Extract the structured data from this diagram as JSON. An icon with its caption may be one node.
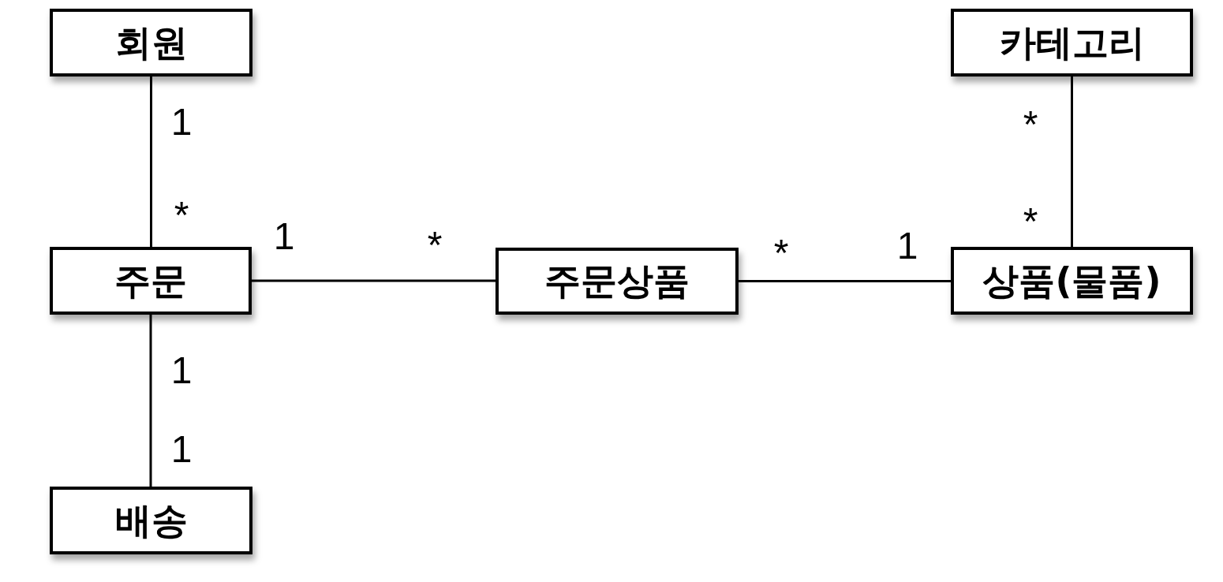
{
  "diagram": {
    "nodes": [
      {
        "text": [
          "회원"
        ]
      },
      {
        "text": [
          "카테고리"
        ]
      },
      {
        "text": [
          "주문"
        ]
      },
      {
        "text": [
          "주문상품"
        ]
      },
      {
        "text": [
          "상품(물품)"
        ]
      },
      {
        "text": [
          "배송"
        ]
      }
    ],
    "edges": [
      {
        "from": 0,
        "to": 2,
        "arrow": "none"
      },
      {
        "from": 1,
        "to": 4,
        "arrow": "none"
      },
      {
        "from": 2,
        "to": 3,
        "arrow": "none"
      },
      {
        "from": 3,
        "to": 4,
        "arrow": "none"
      },
      {
        "from": 2,
        "to": 5,
        "arrow": "none"
      }
    ],
    "labels": [
      "1",
      "*",
      "*",
      "*",
      "1",
      "*",
      "*",
      "1",
      "1",
      "1"
    ]
  }
}
